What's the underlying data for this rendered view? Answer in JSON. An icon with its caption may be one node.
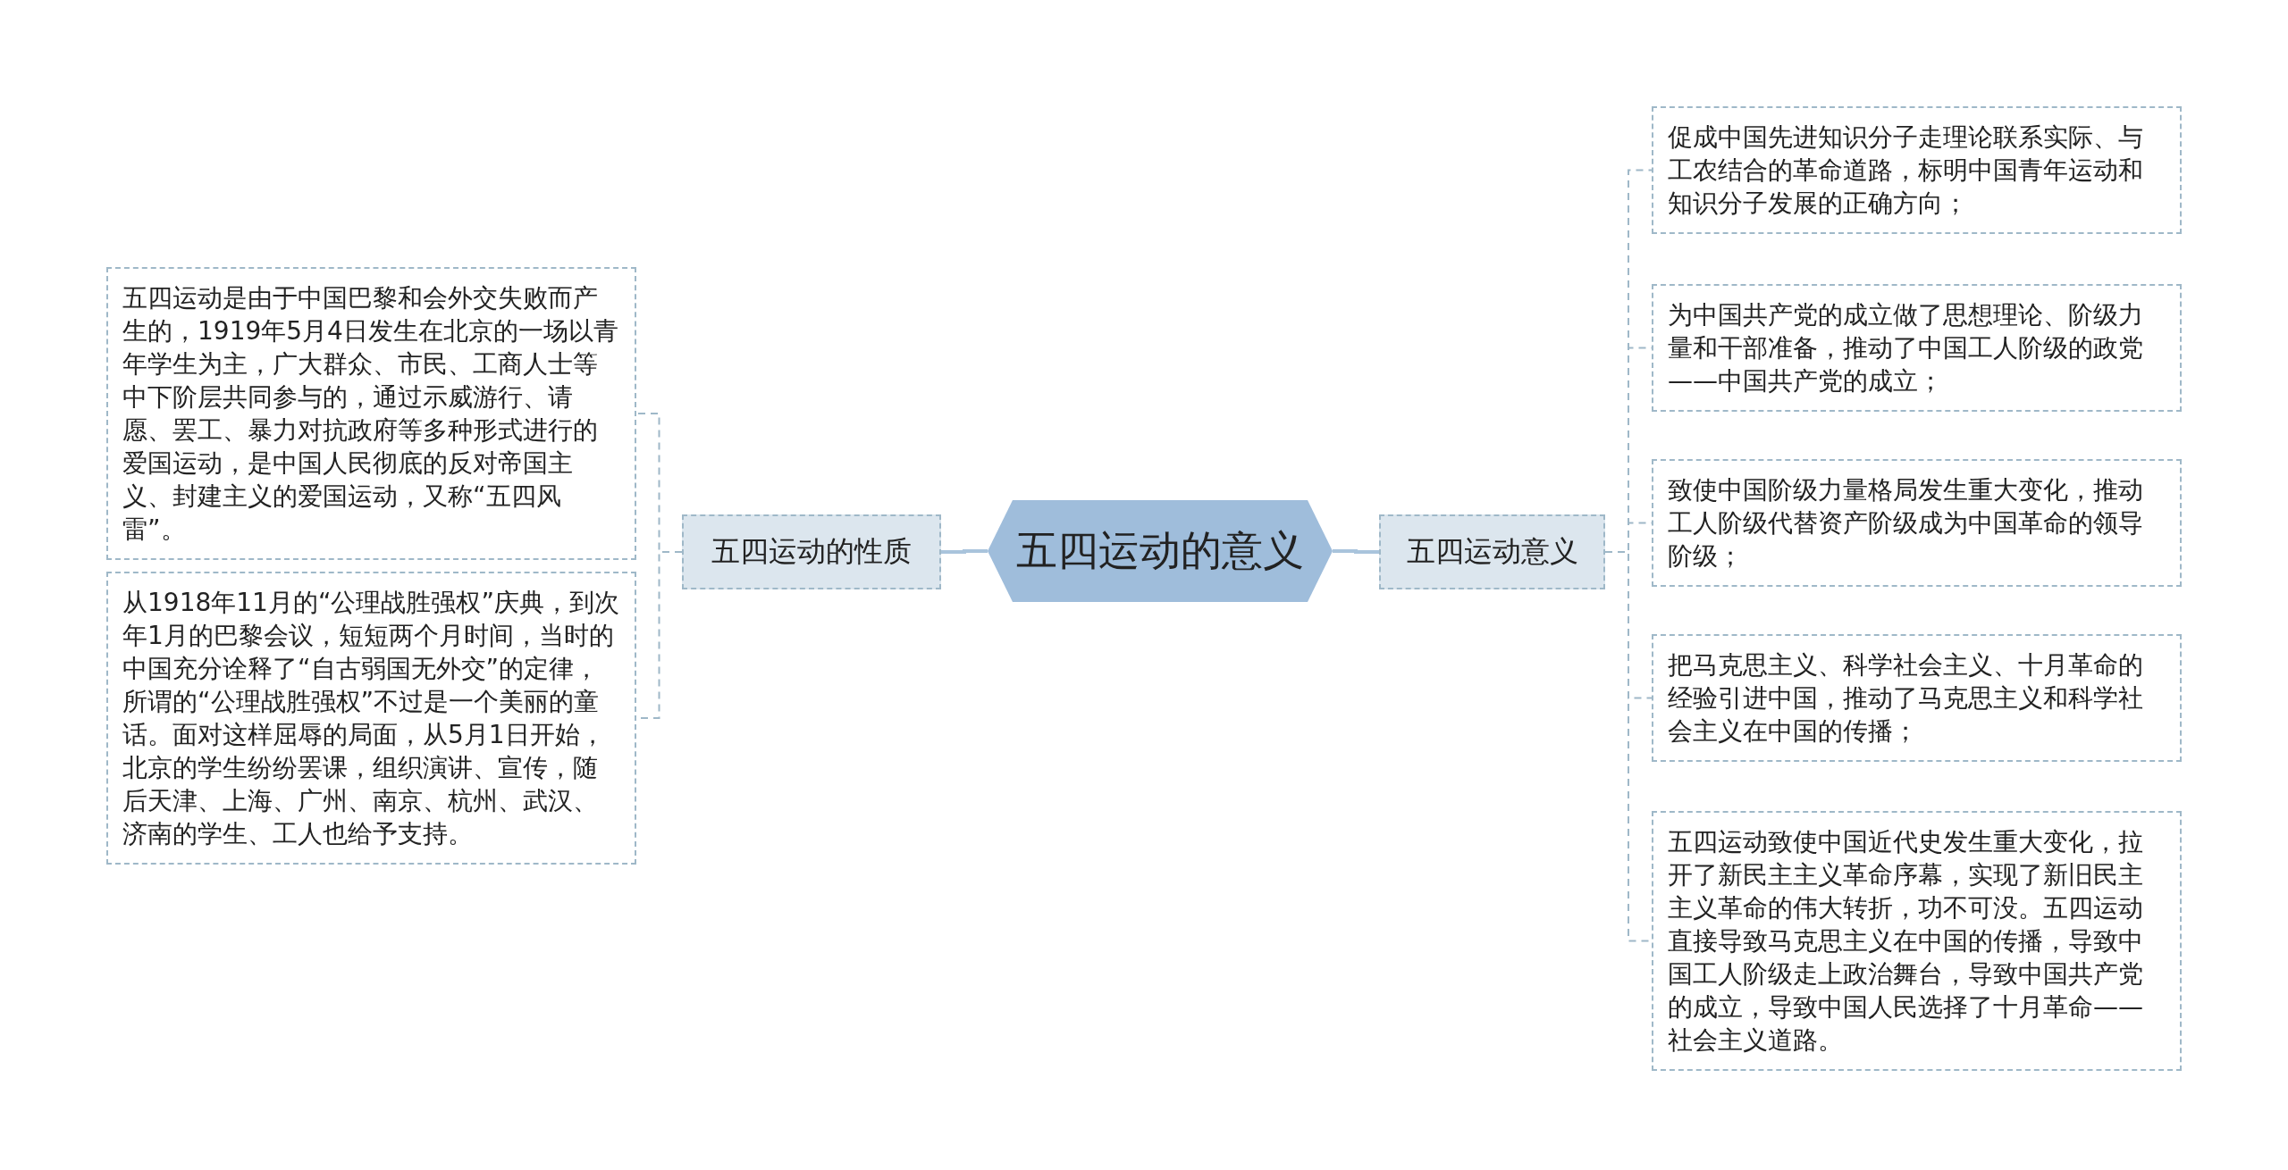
{
  "diagram": {
    "nodes": [
      {
        "text": [
          "五四运动的意义"
        ]
      },
      {
        "text": [
          "五四运动的性质"
        ]
      },
      {
        "text": [
          "五四运动是由于中国巴黎和会外交失败而产生的，1919年5月4日发生在北京的一场以青年学生为主，广大群众、市民、工商人士等中下阶层共同参与的，通过示威游行、请愿、罢工、暴力对抗政府等多种形式进行的爱国运动，是中国人民彻底的反对帝国主义、封建主义的爱国运动，又称“五四风雷”。"
        ]
      },
      {
        "text": [
          "从1918年11月的“公理战胜强权”庆典，到次年1月的巴黎会议，短短两个月时间，当时的中国充分诠释了“自古弱国无外交”的定律，所谓的“公理战胜强权”不过是一个美丽的童话。面对这样屈辱的局面，从5月1日开始，北京的学生纷纷罢课，组织演讲、宣传，随后天津、上海、广州、南京、杭州、武汉、济南的学生、工人也给予支持。"
        ]
      },
      {
        "text": [
          "五四运动意义"
        ]
      },
      {
        "text": [
          "促成中国先进知识分子走理论联系实际、与工农结合的革命道路，标明中国青年运动和知识分子发展的正确方向；"
        ]
      },
      {
        "text": [
          "为中国共产党的成立做了思想理论、阶级力量和干部准备，推动了中国工人阶级的政党——中国共产党的成立；"
        ]
      },
      {
        "text": [
          "致使中国阶级力量格局发生重大变化，推动工人阶级代替资产阶级成为中国革命的领导阶级；"
        ]
      },
      {
        "text": [
          "把马克思主义、科学社会主义、十月革命的经验引进中国，推动了马克思主义和科学社会主义在中国的传播；"
        ]
      },
      {
        "text": [
          "五四运动致使中国近代史发生重大变化，拉开了新民主主义革命序幕，实现了新旧民主主义革命的伟大转折，功不可没。五四运动直接导致马克思主义在中国的传播，导致中国工人阶级走上政治舞台，导致中国共产党的成立，导致中国人民选择了十月革命——社会主义道路。"
        ]
      }
    ],
    "edges": [
      {
        "from": 0,
        "to": 1,
        "arrow": "none"
      },
      {
        "from": 1,
        "to": 2,
        "arrow": "none",
        "style": "dashed"
      },
      {
        "from": 1,
        "to": 3,
        "arrow": "none",
        "style": "dashed"
      },
      {
        "from": 0,
        "to": 4,
        "arrow": "none"
      },
      {
        "from": 4,
        "to": 5,
        "arrow": "none",
        "style": "dashed"
      },
      {
        "from": 4,
        "to": 6,
        "arrow": "none",
        "style": "dashed"
      },
      {
        "from": 4,
        "to": 7,
        "arrow": "none",
        "style": "dashed"
      },
      {
        "from": 4,
        "to": 8,
        "arrow": "none",
        "style": "dashed"
      },
      {
        "from": 4,
        "to": 9,
        "arrow": "none",
        "style": "dashed"
      }
    ]
  }
}
